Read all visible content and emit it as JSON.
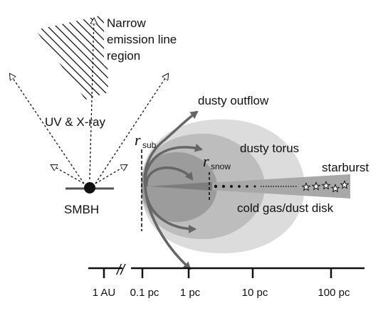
{
  "labels": {
    "nlr_line1": "Narrow",
    "nlr_line2": "emission line",
    "nlr_line3": "region",
    "uv_xray": "UV & X-ray",
    "smbh": "SMBH",
    "dusty_outflow": "dusty outflow",
    "dusty_torus": "dusty torus",
    "starburst": "starburst",
    "cold_disk": "cold gas/dust disk",
    "r_sub_symbol": "r",
    "r_sub_subscript": "sub",
    "r_snow_symbol": "r",
    "r_snow_subscript": "snow"
  },
  "axis": {
    "ticks": [
      "1 AU",
      "0.1 pc",
      "1 pc",
      "10 pc",
      "100 pc"
    ],
    "break_marker": "//"
  },
  "colors": {
    "outer_torus": "#dcdcdc",
    "mid_torus": "#bdbdbd",
    "inner_torus": "#9c9c9c",
    "disk": "#a8a8a8",
    "disk_inner": "#7e7e7e",
    "outflow": "#666666",
    "ink": "#111111"
  }
}
